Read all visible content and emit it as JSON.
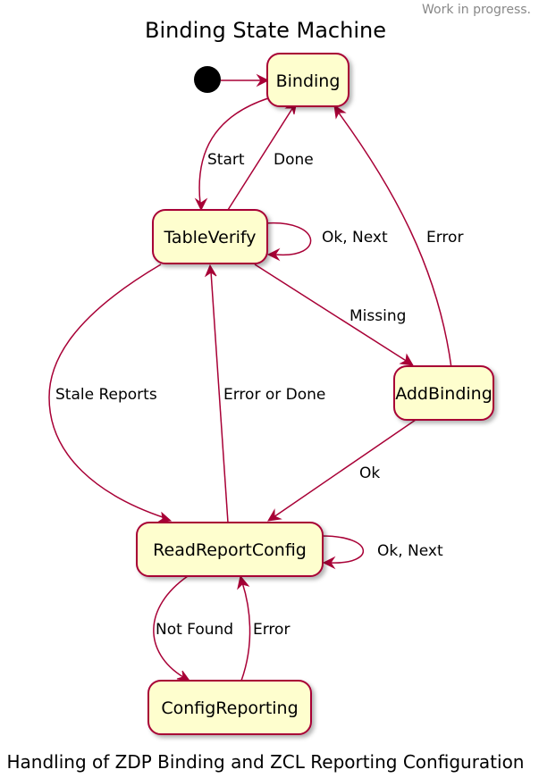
{
  "header": "Work in progress.",
  "title": "Binding State Machine",
  "caption": "Handling of ZDP Binding and ZCL Reporting Configuration",
  "colors": {
    "state_fill": "#FEFECE",
    "border": "#A80036",
    "initial_dot": "#000000",
    "header_text": "#888888"
  },
  "states": {
    "binding": "Binding",
    "table_verify": "TableVerify",
    "add_binding": "AddBinding",
    "read_report_config": "ReadReportConfig",
    "config_reporting": "ConfigReporting"
  },
  "transitions": {
    "start": "Start",
    "done": "Done",
    "ok_next_table": "Ok, Next",
    "error_add_to_binding": "Error",
    "missing": "Missing",
    "stale_reports": "Stale Reports",
    "error_or_done": "Error or Done",
    "ok": "Ok",
    "ok_next_read": "Ok, Next",
    "not_found": "Not Found",
    "error_config": "Error"
  }
}
